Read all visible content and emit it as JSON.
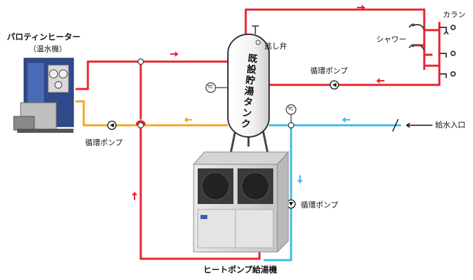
{
  "labels": {
    "heater_title": "パロティンヒーター",
    "heater_sub": "（温水機）",
    "karan": "カラン",
    "shower": "シャワー",
    "vent_valve": "逃し弁",
    "pump_top_right": "循環ポンプ",
    "pump_left": "循環ポンプ",
    "pump_bottom": "循環ポンプ",
    "water_inlet": "給水入口",
    "heat_pump": "ヒートポンプ給湯機",
    "tank": "既設貯湯タンク",
    "tc": "TC"
  },
  "colors": {
    "hot": "#e8212e",
    "warm": "#f5a623",
    "cold": "#3fb8e8",
    "arrow_dark": "#111111",
    "tank_border": "#333333"
  }
}
